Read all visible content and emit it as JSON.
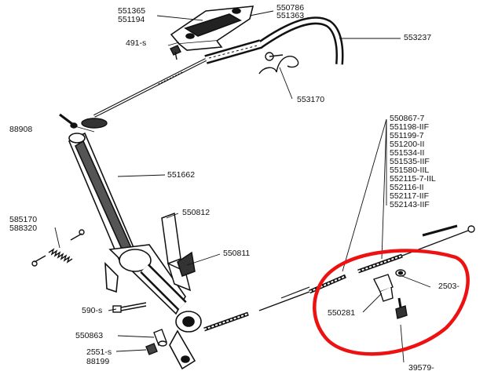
{
  "labels": {
    "p551365": "551365",
    "p551194": "551194",
    "p550786": "550786",
    "p551363": "551363",
    "p491": "491-s",
    "p553237": "553237",
    "p553170": "553170",
    "p88908": "88908",
    "p551662": "551662",
    "p585170": "585170",
    "p588320": "588320",
    "p550812": "550812",
    "p550811": "550811",
    "p590": "590-s",
    "p550863": "550863",
    "p2551": "2551-s",
    "p88199": "88199",
    "p550281": "550281",
    "p2503": "2503-",
    "p39579": "39579-"
  },
  "parts_list": [
    "550867-7",
    "551198-IIF",
    "551199-7",
    "551200-II",
    "551534-II",
    "551535-IIF",
    "551580-IIL",
    "552115-7-IIL",
    "552116-II",
    "552117-IIF",
    "552143-IIF"
  ],
  "colors": {
    "ink": "#111111",
    "highlight": "#ee1111"
  }
}
